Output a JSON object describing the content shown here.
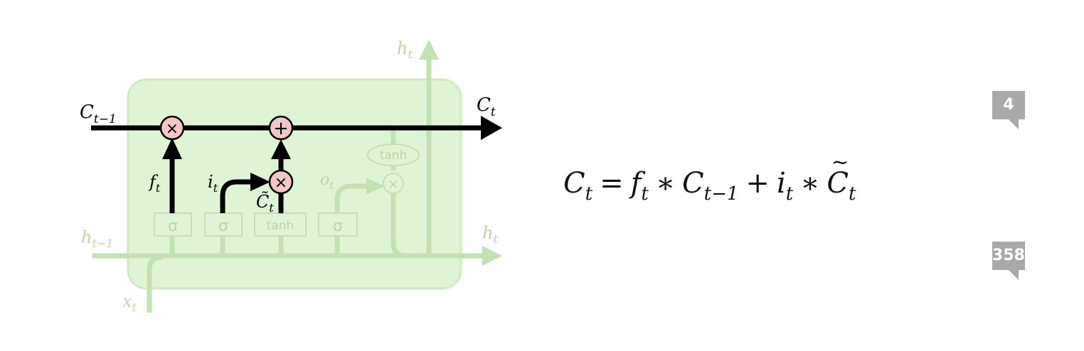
{
  "diagram": {
    "labels": {
      "c_prev": "C",
      "c_prev_sub": "t−1",
      "c_t": "C",
      "c_t_sub": "t",
      "h_prev": "h",
      "h_prev_sub": "t−1",
      "h_t_right": "h",
      "h_t_right_sub": "t",
      "h_t_top": "h",
      "h_t_top_sub": "t",
      "x_t": "x",
      "x_t_sub": "t",
      "f_t": "f",
      "f_t_sub": "t",
      "i_t": "i",
      "i_t_sub": "t",
      "o_t": "o",
      "o_t_sub": "t",
      "c_tilde": "C̃",
      "c_tilde_sub": "t"
    },
    "ops": {
      "multiply": "×",
      "add": "+"
    },
    "gates": {
      "sigma_1": "σ",
      "sigma_2": "σ",
      "tanh_1": "tanh",
      "sigma_3": "σ",
      "tanh_out": "tanh"
    },
    "colors": {
      "cell_fill": "#dff4d4",
      "faded_green": "#c3e2b3",
      "faded_text": "#b7d8a6",
      "active": "#000000",
      "op_fill": "#f5c6c8"
    }
  },
  "equation": {
    "C": "C",
    "t": "t",
    "equals": "=",
    "f": "f",
    "times": "∗",
    "t_minus_1": "t−1",
    "plus": "+",
    "i": "i"
  },
  "badges": {
    "top_count": "4",
    "bottom_count": "358"
  }
}
